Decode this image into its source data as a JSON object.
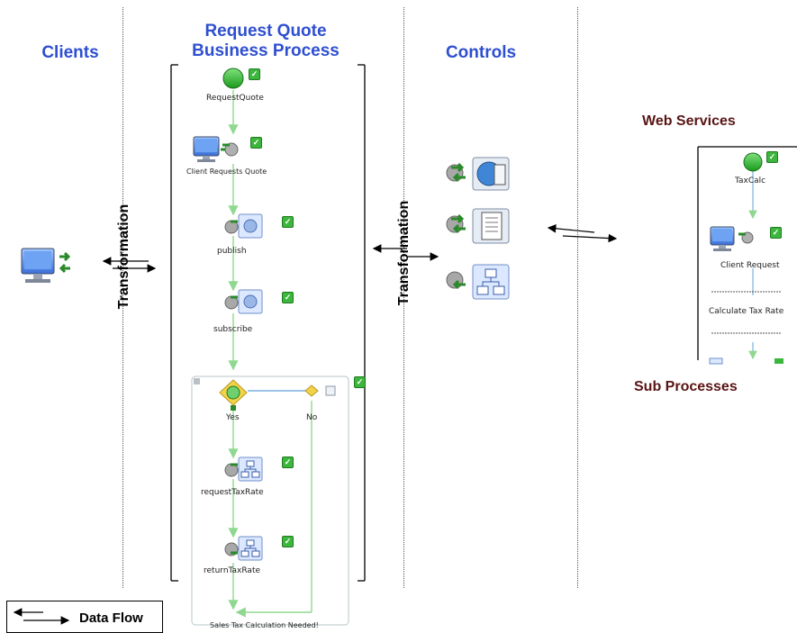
{
  "headings": {
    "clients": "Clients",
    "request_quote_line1": "Request Quote",
    "request_quote_line2": "Business Process",
    "controls": "Controls",
    "web_services": "Web Services",
    "sub_processes": "Sub Processes"
  },
  "transformation_left": "Transformation",
  "transformation_right": "Transformation",
  "process": {
    "start_label": "RequestQuote",
    "client_requests_label": "Client Requests Quote",
    "publish_label": "publish",
    "subscribe_label": "subscribe",
    "decision_yes": "Yes",
    "decision_no": "No",
    "request_tax_label": "requestTaxRate",
    "return_tax_label": "returnTaxRate",
    "group_label": "Sales Tax Calculation Needed!"
  },
  "web_service": {
    "start_label": "TaxCalc",
    "client_request_label": "Client Request",
    "calculate_label": "Calculate Tax Rate"
  },
  "legend": {
    "label": "Data Flow"
  },
  "icons": [
    "computer-icon",
    "green-start-icon",
    "green-check-icon",
    "globe-service-icon",
    "document-icon",
    "tree-org-icon",
    "gear-control-icon",
    "decision-diamond-icon"
  ],
  "colors": {
    "heading_blue": "#2e4fd0",
    "heading_dark_red": "#5a1414",
    "flow_green": "#8fd88f"
  }
}
